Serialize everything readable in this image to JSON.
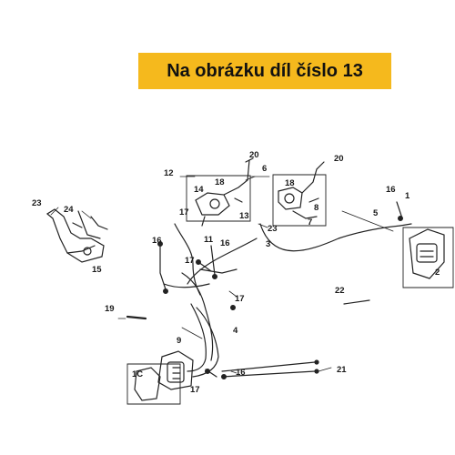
{
  "banner": {
    "text": "Na obrázku díl číslo 13",
    "background": "#f5b91d"
  },
  "callouts": {
    "c1": "1",
    "c2": "2",
    "c3": "3",
    "c4": "4",
    "c5": "5",
    "c6": "6",
    "c7": "7",
    "c8": "8",
    "c9": "9",
    "c10": "1C",
    "c11": "11",
    "c12": "12",
    "c13": "13",
    "c14": "14",
    "c15": "15",
    "c16": "16",
    "c17": "17",
    "c18": "18",
    "c19": "19",
    "c20": "20",
    "c21": "21",
    "c22": "22",
    "c23": "23",
    "c24": "24"
  }
}
